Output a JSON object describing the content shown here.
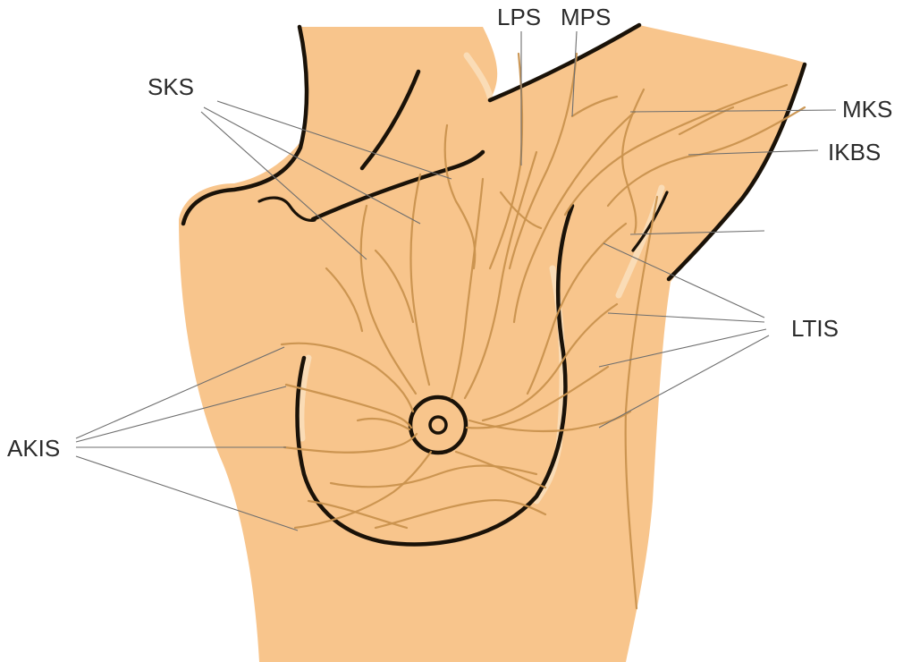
{
  "labels": {
    "sks": "SKS",
    "lps": "LPS",
    "mps": "MPS",
    "mks": "MKS",
    "ikbs": "IKBS",
    "ltis": "LTIS",
    "akis": "AKIS"
  },
  "colors": {
    "skin": "#f8c58c",
    "outline": "#1a1208",
    "lymph": "#c9924e",
    "highlight": "#fbe3c4",
    "leader": "#6e6e6e",
    "text": "#2b2b2b"
  }
}
